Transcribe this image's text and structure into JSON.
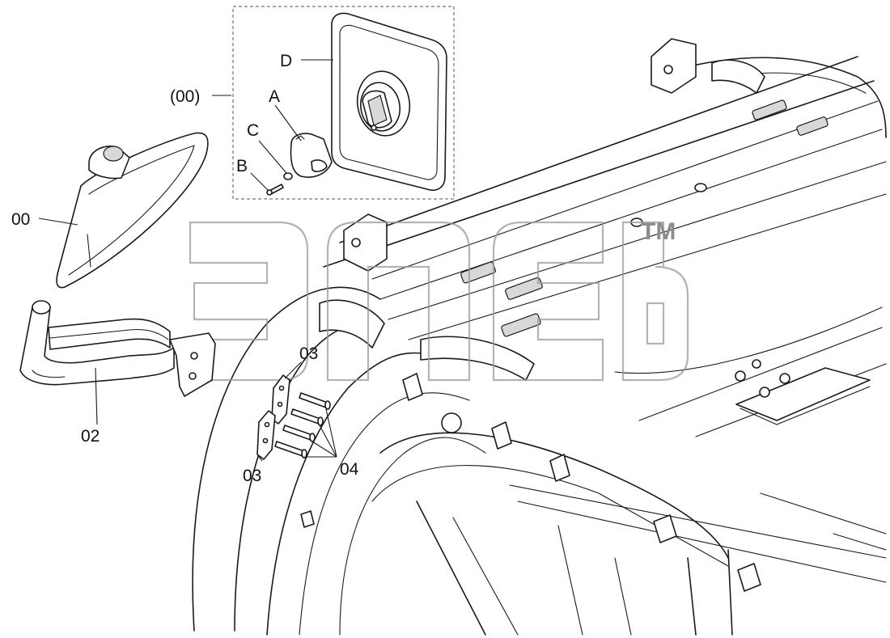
{
  "callouts": {
    "group": "(00)",
    "mirror": "00",
    "stay": "02",
    "plate_upper": "03",
    "plate_lower": "03",
    "bolts": "04",
    "a": "A",
    "b": "B",
    "c": "C",
    "d": "D"
  },
  "watermark": {
    "trademark": "TM"
  }
}
